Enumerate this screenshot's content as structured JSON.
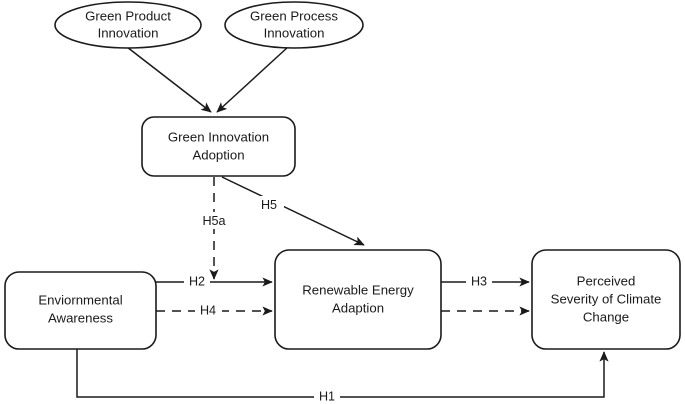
{
  "diagram": {
    "type": "conceptual-research-model",
    "background_color": "#ffffff",
    "line_color": "#1a1a1a",
    "nodes": {
      "green_product_innovation": {
        "shape": "ellipse",
        "line1": "Green Product",
        "line2": "Innovation"
      },
      "green_process_innovation": {
        "shape": "ellipse",
        "line1": "Green Process",
        "line2": "Innovation"
      },
      "green_innovation_adoption": {
        "shape": "rounded-rectangle",
        "line1": "Green Innovation",
        "line2": "Adoption"
      },
      "environmental_awareness": {
        "shape": "rounded-rectangle",
        "line1": "Enviornmental",
        "line2": "Awareness"
      },
      "renewable_energy_adaption": {
        "shape": "rounded-rectangle",
        "line1": "Renewable Energy",
        "line2": "Adaption"
      },
      "perceived_severity_of_climate_change": {
        "shape": "rounded-rectangle",
        "line1": "Perceived",
        "line2": "Severity of Climate",
        "line3": "Change"
      }
    },
    "edges": {
      "h1": {
        "label": "H1",
        "style": "solid",
        "from": "environmental_awareness",
        "to": "perceived_severity_of_climate_change"
      },
      "h2": {
        "label": "H2",
        "style": "solid",
        "from": "environmental_awareness",
        "to": "renewable_energy_adaption"
      },
      "h3": {
        "label": "H3",
        "style": "solid",
        "from": "renewable_energy_adaption",
        "to": "perceived_severity_of_climate_change"
      },
      "h4": {
        "label": "H4",
        "style": "dashed",
        "from": "environmental_awareness",
        "to": "renewable_energy_adaption"
      },
      "h5": {
        "label": "H5",
        "style": "solid",
        "from": "green_innovation_adoption",
        "to": "renewable_energy_adaption"
      },
      "h5a": {
        "label": "H5a",
        "style": "dashed",
        "from": "green_innovation_adoption",
        "to": "h2_path"
      },
      "moderation_dashed_right": {
        "label": "",
        "style": "dashed",
        "from": "renewable_energy_adaption",
        "to": "perceived_severity_of_climate_change"
      },
      "product_to_adoption": {
        "label": "",
        "style": "solid",
        "from": "green_product_innovation",
        "to": "green_innovation_adoption"
      },
      "process_to_adoption": {
        "label": "",
        "style": "solid",
        "from": "green_process_innovation",
        "to": "green_innovation_adoption"
      }
    }
  }
}
